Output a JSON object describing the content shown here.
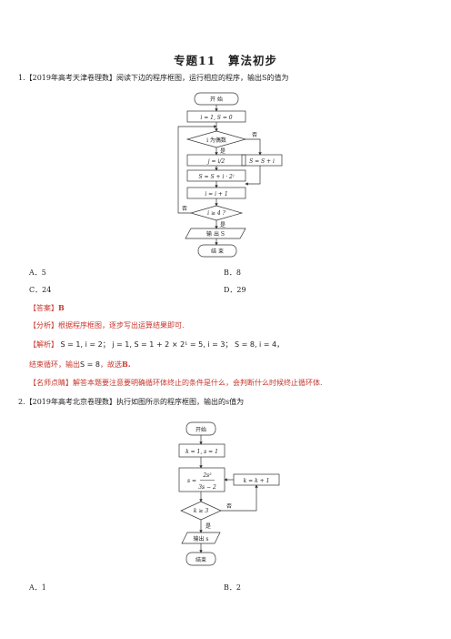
{
  "title": "专题11　算法初步",
  "q1": {
    "stem": "1.【2019年高考天津卷理数】阅读下边的程序框图，运行相应的程序，输出S的值为",
    "flow": {
      "start": "开 始",
      "init": "i = 1,  S = 0",
      "cond1": "i 为偶数",
      "yes1": "是",
      "no1": "否",
      "j_assign": "j = i/2",
      "s_update": "S = S + i · 2ʲ",
      "s_plus_i": "S = S + i",
      "i_inc": "i = i + 1",
      "cond2": "i ≥ 4 ?",
      "no2": "否",
      "yes2": "是",
      "output": "输 出 S",
      "end": "结 束"
    },
    "options": [
      "A．5",
      "B．8",
      "C．24",
      "D．29"
    ],
    "answer_tag": "【答案】",
    "answer": "B",
    "analysis_tag": "【分析】",
    "analysis": "根据程序框图，逐步写出运算结果即可.",
    "explain_tag": "【解析】",
    "explain_step1": "S = 1, i = 2",
    "explain_step2": "j = 1, S = 1 + 2 × 2¹ = 5, i = 3",
    "explain_step3": "S = 8, i = 4",
    "explain_tail_a": "结束循环，输出",
    "explain_tail_b": "S = 8",
    "explain_tail_c": "，故选",
    "explain_tail_d": "B.",
    "note_tag": "【名师点睛】",
    "note": "解答本题要注意要明确循环体终止的条件是什么，会判断什么时候终止循环体."
  },
  "q2": {
    "stem": "2.【2019年高考北京卷理数】执行如图所示的程序框图，输出的s值为",
    "flow": {
      "start": "开始",
      "init": "k = 1, s = 1",
      "s_num": "2s²",
      "s_den": "3s − 2",
      "s_lhs": "s =",
      "k_inc": "k = k + 1",
      "cond": "k ≥ 3",
      "no": "否",
      "yes": "是",
      "output": "输出 s",
      "end": "结束"
    },
    "options": [
      "A．1",
      "B．2"
    ]
  }
}
